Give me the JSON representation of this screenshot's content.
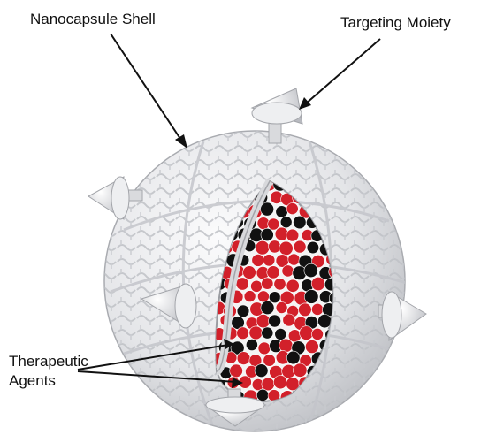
{
  "labels": {
    "shell": "Nanocapsule Shell",
    "targeting": "Targeting Moiety",
    "agents_line1": "Therapeutic",
    "agents_line2": "Agents"
  },
  "colors": {
    "shell_fill": "#ececee",
    "shell_texture": "#bfc1c6",
    "agent_red": "#d2202a",
    "agent_black": "#111111",
    "interior": "#f4f4f4"
  },
  "icons": {
    "targeting_moiety": "cone-icon"
  }
}
